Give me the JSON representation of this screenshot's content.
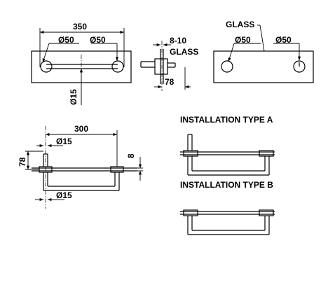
{
  "top_front": {
    "width": "350",
    "hole_left": "Ø50",
    "hole_right": "Ø50",
    "bar_dia": "Ø15"
  },
  "top_side": {
    "glass_thickness": "8-10",
    "glass_label": "GLASS",
    "depth": "78"
  },
  "top_glass": {
    "glass_label": "GLASS",
    "hole_left": "Ø50",
    "hole_right": "Ø50"
  },
  "mid_side": {
    "width": "300",
    "bar_dia_top": "Ø15",
    "height": "78",
    "thickness": "8",
    "bar_dia_bottom": "Ø15"
  },
  "installation": {
    "type_a": "INSTALLATION TYPE A",
    "type_b": "INSTALLATION TYPE B"
  }
}
